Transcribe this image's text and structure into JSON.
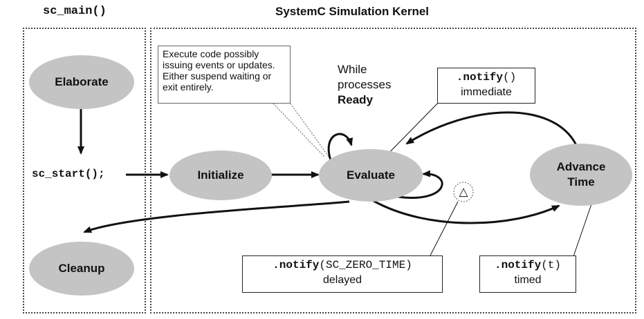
{
  "headers": {
    "left": "sc_main()",
    "right": "SystemC Simulation Kernel"
  },
  "nodes": {
    "elaborate": "Elaborate",
    "cleanup": "Cleanup",
    "initialize": "Initialize",
    "evaluate": "Evaluate",
    "advance_line1": "Advance",
    "advance_line2": "Time"
  },
  "sc_start": "sc_start();",
  "callout": "Execute code possibly issuing events or updates. Either suspend waiting or exit entirely.",
  "while_ready": {
    "line1": "While",
    "line2": "processes",
    "line3": "Ready"
  },
  "notify_immediate": {
    "method": ".notify",
    "args": "()",
    "caption": "immediate"
  },
  "notify_delayed": {
    "method": ".notify",
    "args": "(SC_ZERO_TIME)",
    "caption": "delayed"
  },
  "notify_timed": {
    "method": ".notify",
    "args": "(t)",
    "caption": "timed"
  },
  "delta_symbol": "△"
}
